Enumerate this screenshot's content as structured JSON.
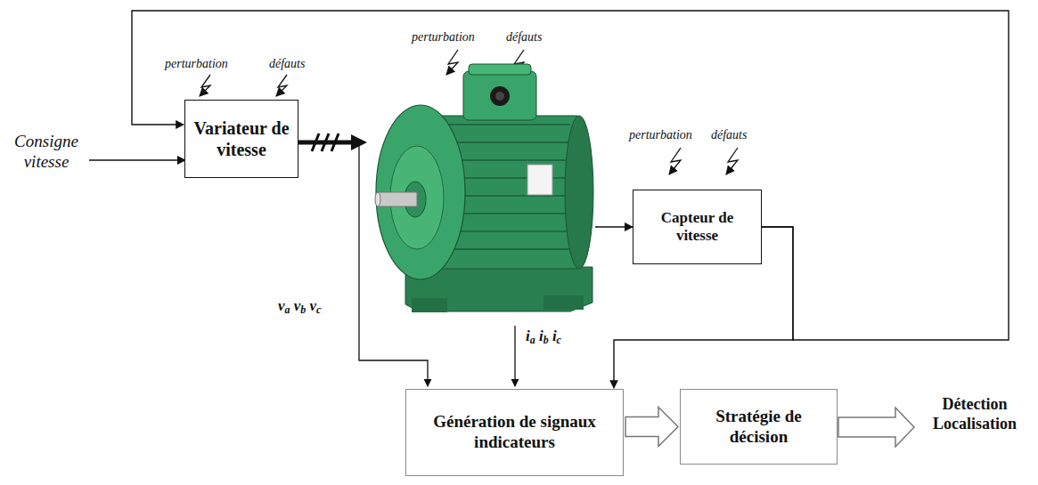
{
  "diagram": {
    "nodes": [
      {
        "text": [
          "Variateur de vitesse"
        ]
      },
      {
        "text": [
          "Capteur de vitesse"
        ]
      },
      {
        "text": [
          "Génération de signaux indicateurs"
        ]
      },
      {
        "text": [
          "Stratégie de décision"
        ]
      }
    ],
    "edges": [
      {
        "from": 1,
        "to": 0,
        "arrow": "to"
      },
      {
        "from": 1,
        "to": 2,
        "arrow": "to"
      },
      {
        "from": 2,
        "to": 3,
        "arrow": "to"
      }
    ],
    "labels": [
      "perturbation",
      "défauts",
      "perturbation",
      "défauts",
      "perturbation",
      "défauts",
      "Consigne vitesse",
      "va vb vc",
      "ia ib ic",
      "Détection Localisation"
    ]
  }
}
